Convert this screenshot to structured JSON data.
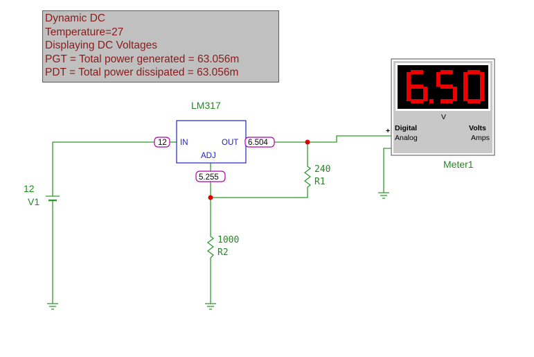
{
  "info_panel": {
    "lines": [
      "Dynamic DC",
      "Temperature=27",
      "Displaying DC Voltages",
      "PGT = Total power generated = 63.056m",
      "PDT = Total power dissipated = 63.056m"
    ]
  },
  "regulator": {
    "name": "LM317",
    "pins": {
      "in": "IN",
      "out": "OUT",
      "adj": "ADJ"
    }
  },
  "probes": {
    "in": "12",
    "out": "6.504",
    "adj": "5.255"
  },
  "source": {
    "value": "12",
    "name": "V1"
  },
  "resistors": [
    {
      "value": "240",
      "name": "R1"
    },
    {
      "value": "1000",
      "name": "R2"
    }
  ],
  "meter": {
    "name": "Meter1",
    "display": "6.50",
    "unit": "V",
    "plus_sign": "+",
    "mode_selected": "Digital",
    "mode_other": "Analog",
    "quantity_selected": "Volts",
    "quantity_other": "Amps",
    "display_color": "#ee0000"
  },
  "colors": {
    "wire": "#2e9a2e",
    "chip": "#2020c0",
    "probe": "#b000b0",
    "node": "#e00000",
    "info_text": "#8b1a1a"
  }
}
